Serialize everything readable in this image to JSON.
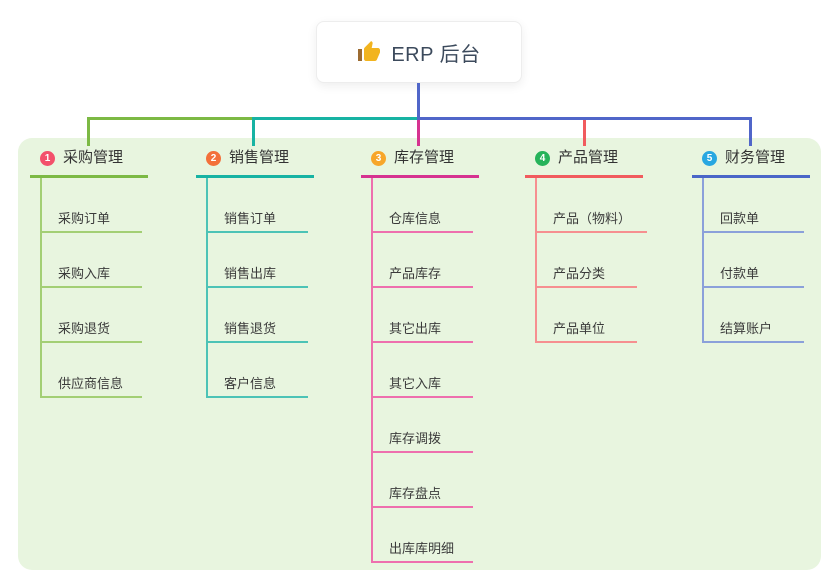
{
  "root": {
    "label": "ERP 后台",
    "icon": "thumbs-up-icon",
    "icon_color": "#f2b41f",
    "icon_cuff_color": "#9c6b31"
  },
  "connectors": {
    "blue": "#5066c9",
    "green": "#7cb944",
    "teal": "#17b3a3",
    "magenta": "#d63390",
    "red": "#f15b5e"
  },
  "panel_color": "#e8f5df",
  "branches": [
    {
      "number": "1",
      "label": "采购管理",
      "badge_color": "#f3506b",
      "line_color": "#7cb944",
      "thin_color": "#a3cf74",
      "children": [
        "采购订单",
        "采购入库",
        "采购退货",
        "供应商信息"
      ]
    },
    {
      "number": "2",
      "label": "销售管理",
      "badge_color": "#f3703a",
      "line_color": "#17b3a3",
      "thin_color": "#4cc3b6",
      "children": [
        "销售订单",
        "销售出库",
        "销售退货",
        "客户信息"
      ]
    },
    {
      "number": "3",
      "label": "库存管理",
      "badge_color": "#f7a62a",
      "line_color": "#d63390",
      "thin_color": "#ee6fae",
      "children": [
        "仓库信息",
        "产品库存",
        "其它出库",
        "其它入库",
        "库存调拨",
        "库存盘点",
        "出库库明细"
      ]
    },
    {
      "number": "4",
      "label": "产品管理",
      "badge_color": "#26b35a",
      "line_color": "#f15b5e",
      "thin_color": "#f68f90",
      "children": [
        "产品（物料）",
        "产品分类",
        "产品单位"
      ]
    },
    {
      "number": "5",
      "label": "财务管理",
      "badge_color": "#28a7e1",
      "line_color": "#4a66c8",
      "thin_color": "#8ba0da",
      "children": [
        "回款单",
        "付款单",
        "结算账户"
      ]
    }
  ]
}
